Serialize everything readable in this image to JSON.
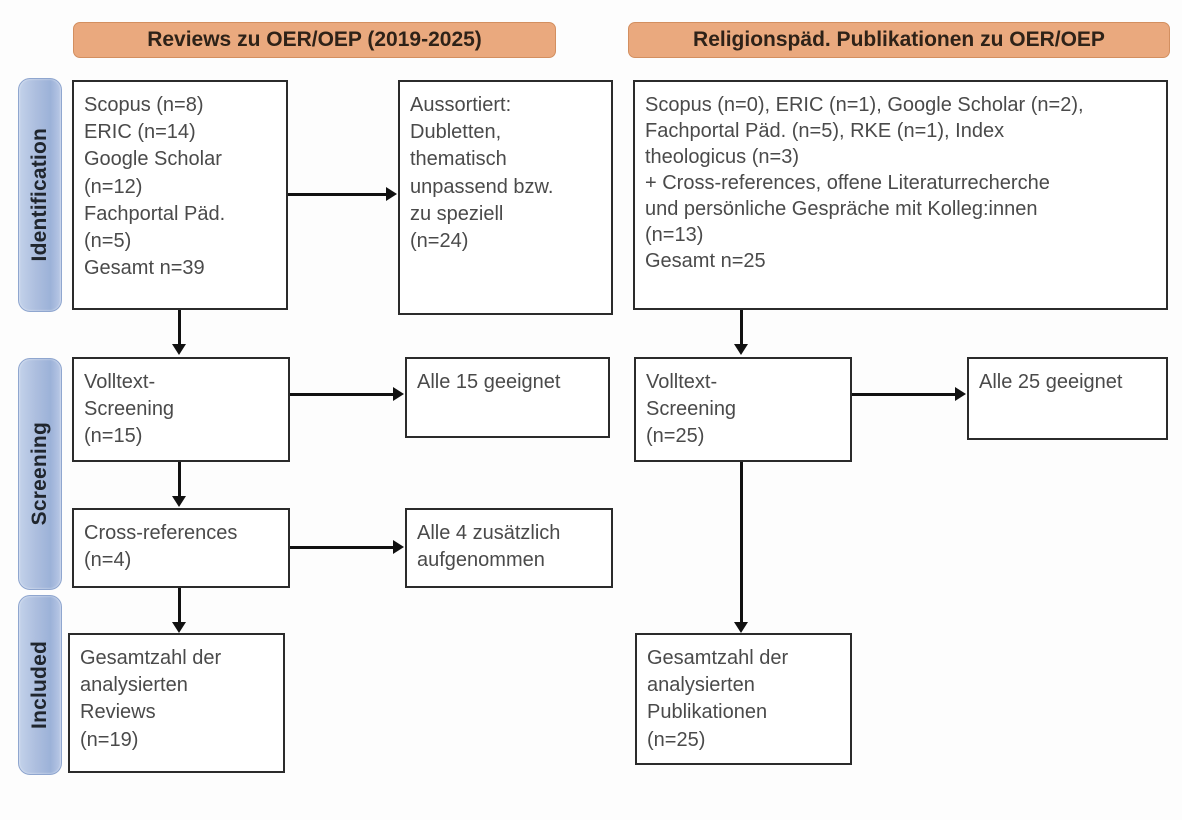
{
  "phases": [
    {
      "id": "identification",
      "label": "Identification"
    },
    {
      "id": "screening",
      "label": "Screening"
    },
    {
      "id": "included",
      "label": "Included"
    }
  ],
  "columns": {
    "left": {
      "header": "Reviews zu OER/OEP (2019-2025)"
    },
    "right": {
      "header": "Religionspäd. Publikationen zu OER/OEP"
    }
  },
  "boxes": {
    "identification_left": "Scopus (n=8)\nERIC (n=14)\nGoogle Scholar\n(n=12)\nFachportal Päd.\n(n=5)\nGesamt n=39",
    "excluded": "Aussortiert:\nDubletten,\nthematisch\nunpassend bzw.\nzu speziell\n(n=24)",
    "identification_right": "Scopus (n=0), ERIC (n=1), Google Scholar (n=2),\nFachportal Päd. (n=5), RKE (n=1), Index\ntheologicus (n=3)\n+ Cross-references, offene Literaturrecherche\nund persönliche Gespräche mit Kolleg:innen\n(n=13)\nGesamt n=25",
    "screening_left": "Volltext-\nScreening\n(n=15)",
    "fit_left": "Alle 15 geeignet",
    "screening_right": "Volltext-\nScreening\n(n=25)",
    "fit_right": "Alle 25 geeignet",
    "crossrefs": "Cross-references\n(n=4)",
    "crossrefs_added": "Alle 4 zusätzlich\naufgenommen",
    "included_left": "Gesamtzahl der\nanalysierten\nReviews\n(n=19)",
    "included_right": "Gesamtzahl der\nanalysierten\nPublikationen\n(n=25)"
  },
  "colors": {
    "header_bar": "#eaa97e",
    "phase_pill": "#aebfdf",
    "box_border": "#2b2b2b",
    "connector": "#111111",
    "text": "#4a4a4a"
  },
  "chart_data": {
    "type": "diagram",
    "title": "PRISMA-Flussdiagramm: Literaturrecherche OER/OEP",
    "diagram_kind": "prisma-flow",
    "phases": [
      "Identification",
      "Screening",
      "Included"
    ],
    "columns": [
      {
        "name": "Reviews zu OER/OEP (2019-2025)",
        "sources": [
          {
            "label": "Scopus",
            "n": 8
          },
          {
            "label": "ERIC",
            "n": 14
          },
          {
            "label": "Google Scholar",
            "n": 12
          },
          {
            "label": "Fachportal Päd.",
            "n": 5
          }
        ],
        "total_identified": 39,
        "excluded": {
          "reason": "Aussortiert: Dubletten, thematisch unpassend bzw. zu speziell",
          "n": 24
        },
        "screening": {
          "label": "Volltext-Screening",
          "n": 15
        },
        "screening_result": {
          "label": "Alle 15 geeignet",
          "n": 15
        },
        "cross_references": {
          "label": "Cross-references",
          "n": 4
        },
        "cross_references_result": {
          "label": "Alle 4 zusätzlich aufgenommen",
          "n": 4
        },
        "included": {
          "label": "Gesamtzahl der analysierten Reviews",
          "n": 19
        }
      },
      {
        "name": "Religionspäd. Publikationen zu OER/OEP",
        "sources": [
          {
            "label": "Scopus",
            "n": 0
          },
          {
            "label": "ERIC",
            "n": 1
          },
          {
            "label": "Google Scholar",
            "n": 2
          },
          {
            "label": "Fachportal Päd.",
            "n": 5
          },
          {
            "label": "RKE",
            "n": 1
          },
          {
            "label": "Index theologicus",
            "n": 3
          },
          {
            "label": "+ Cross-references, offene Literaturrecherche und persönliche Gespräche mit Kolleg:innen",
            "n": 13
          }
        ],
        "total_identified": 25,
        "screening": {
          "label": "Volltext-Screening",
          "n": 25
        },
        "screening_result": {
          "label": "Alle 25 geeignet",
          "n": 25
        },
        "included": {
          "label": "Gesamtzahl der analysierten Publikationen",
          "n": 25
        }
      }
    ]
  }
}
